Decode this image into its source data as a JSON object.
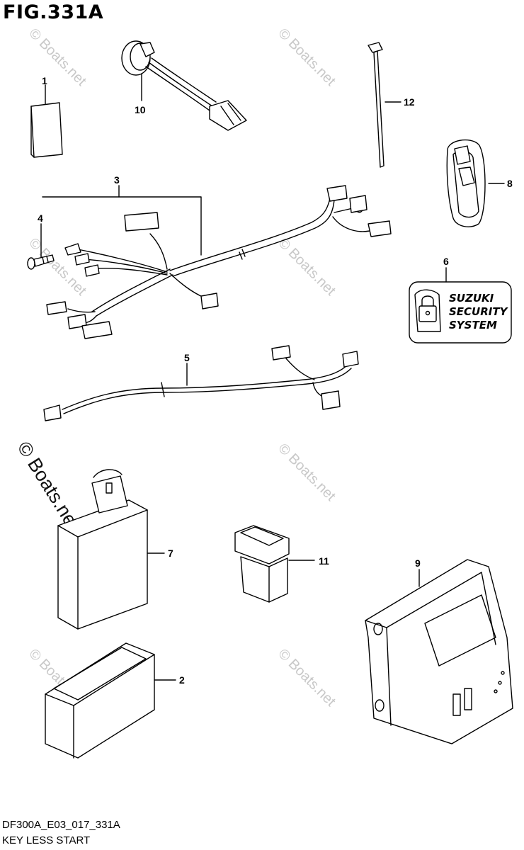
{
  "figure": {
    "title": "FIG.331A",
    "code": "DF300A_E03_017_331A",
    "name": "KEY LESS START"
  },
  "watermark": {
    "small": "© Boats.net",
    "large": "© Boats.net"
  },
  "badge": {
    "line1": "SUZUKI",
    "line2": "SECURITY",
    "line3": "SYSTEM"
  },
  "callouts": [
    {
      "id": "1",
      "label": "1"
    },
    {
      "id": "2",
      "label": "2"
    },
    {
      "id": "3",
      "label": "3"
    },
    {
      "id": "4",
      "label": "4"
    },
    {
      "id": "5",
      "label": "5"
    },
    {
      "id": "6",
      "label": "6"
    },
    {
      "id": "7",
      "label": "7"
    },
    {
      "id": "8",
      "label": "8"
    },
    {
      "id": "9",
      "label": "9"
    },
    {
      "id": "10",
      "label": "10"
    },
    {
      "id": "11",
      "label": "11"
    },
    {
      "id": "12",
      "label": "12"
    }
  ]
}
